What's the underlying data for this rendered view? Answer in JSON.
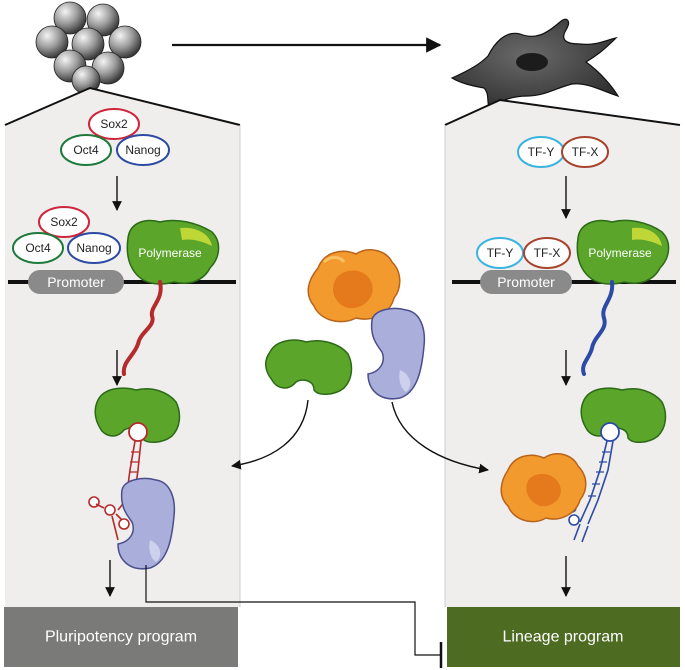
{
  "left_panel": {
    "tfs_free": [
      "Sox2",
      "Oct4",
      "Nanog"
    ],
    "tfs_bound": [
      "Sox2",
      "Oct4",
      "Nanog"
    ],
    "promoter_label": "Promoter",
    "polymerase_label": "Polymerase",
    "program_label": "Pluripotency program"
  },
  "right_panel": {
    "tfs_free": [
      "TF-Y",
      "TF-X"
    ],
    "tfs_bound": [
      "TF-Y",
      "TF-X"
    ],
    "promoter_label": "Promoter",
    "polymerase_label": "Polymerase",
    "program_label": "Lineage program"
  },
  "colors": {
    "panel_bg": "#efeeed",
    "sox2": "#d0243a",
    "oct4": "#1e7a3a",
    "nanog": "#2b4aa3",
    "tf_y": "#3ab3e0",
    "tf_x": "#a8442e",
    "polymerase": "#5aa52a",
    "promoter": "#8a8a8a",
    "rna_left": "#b52a2a",
    "rna_right": "#2c4aa6",
    "pluripotency_box": "#7a7a78",
    "lineage_box": "#4e6b22",
    "orange_protein": "#f29a2e",
    "lavender_protein": "#a9aedb",
    "green_protein": "#5aa52a"
  }
}
